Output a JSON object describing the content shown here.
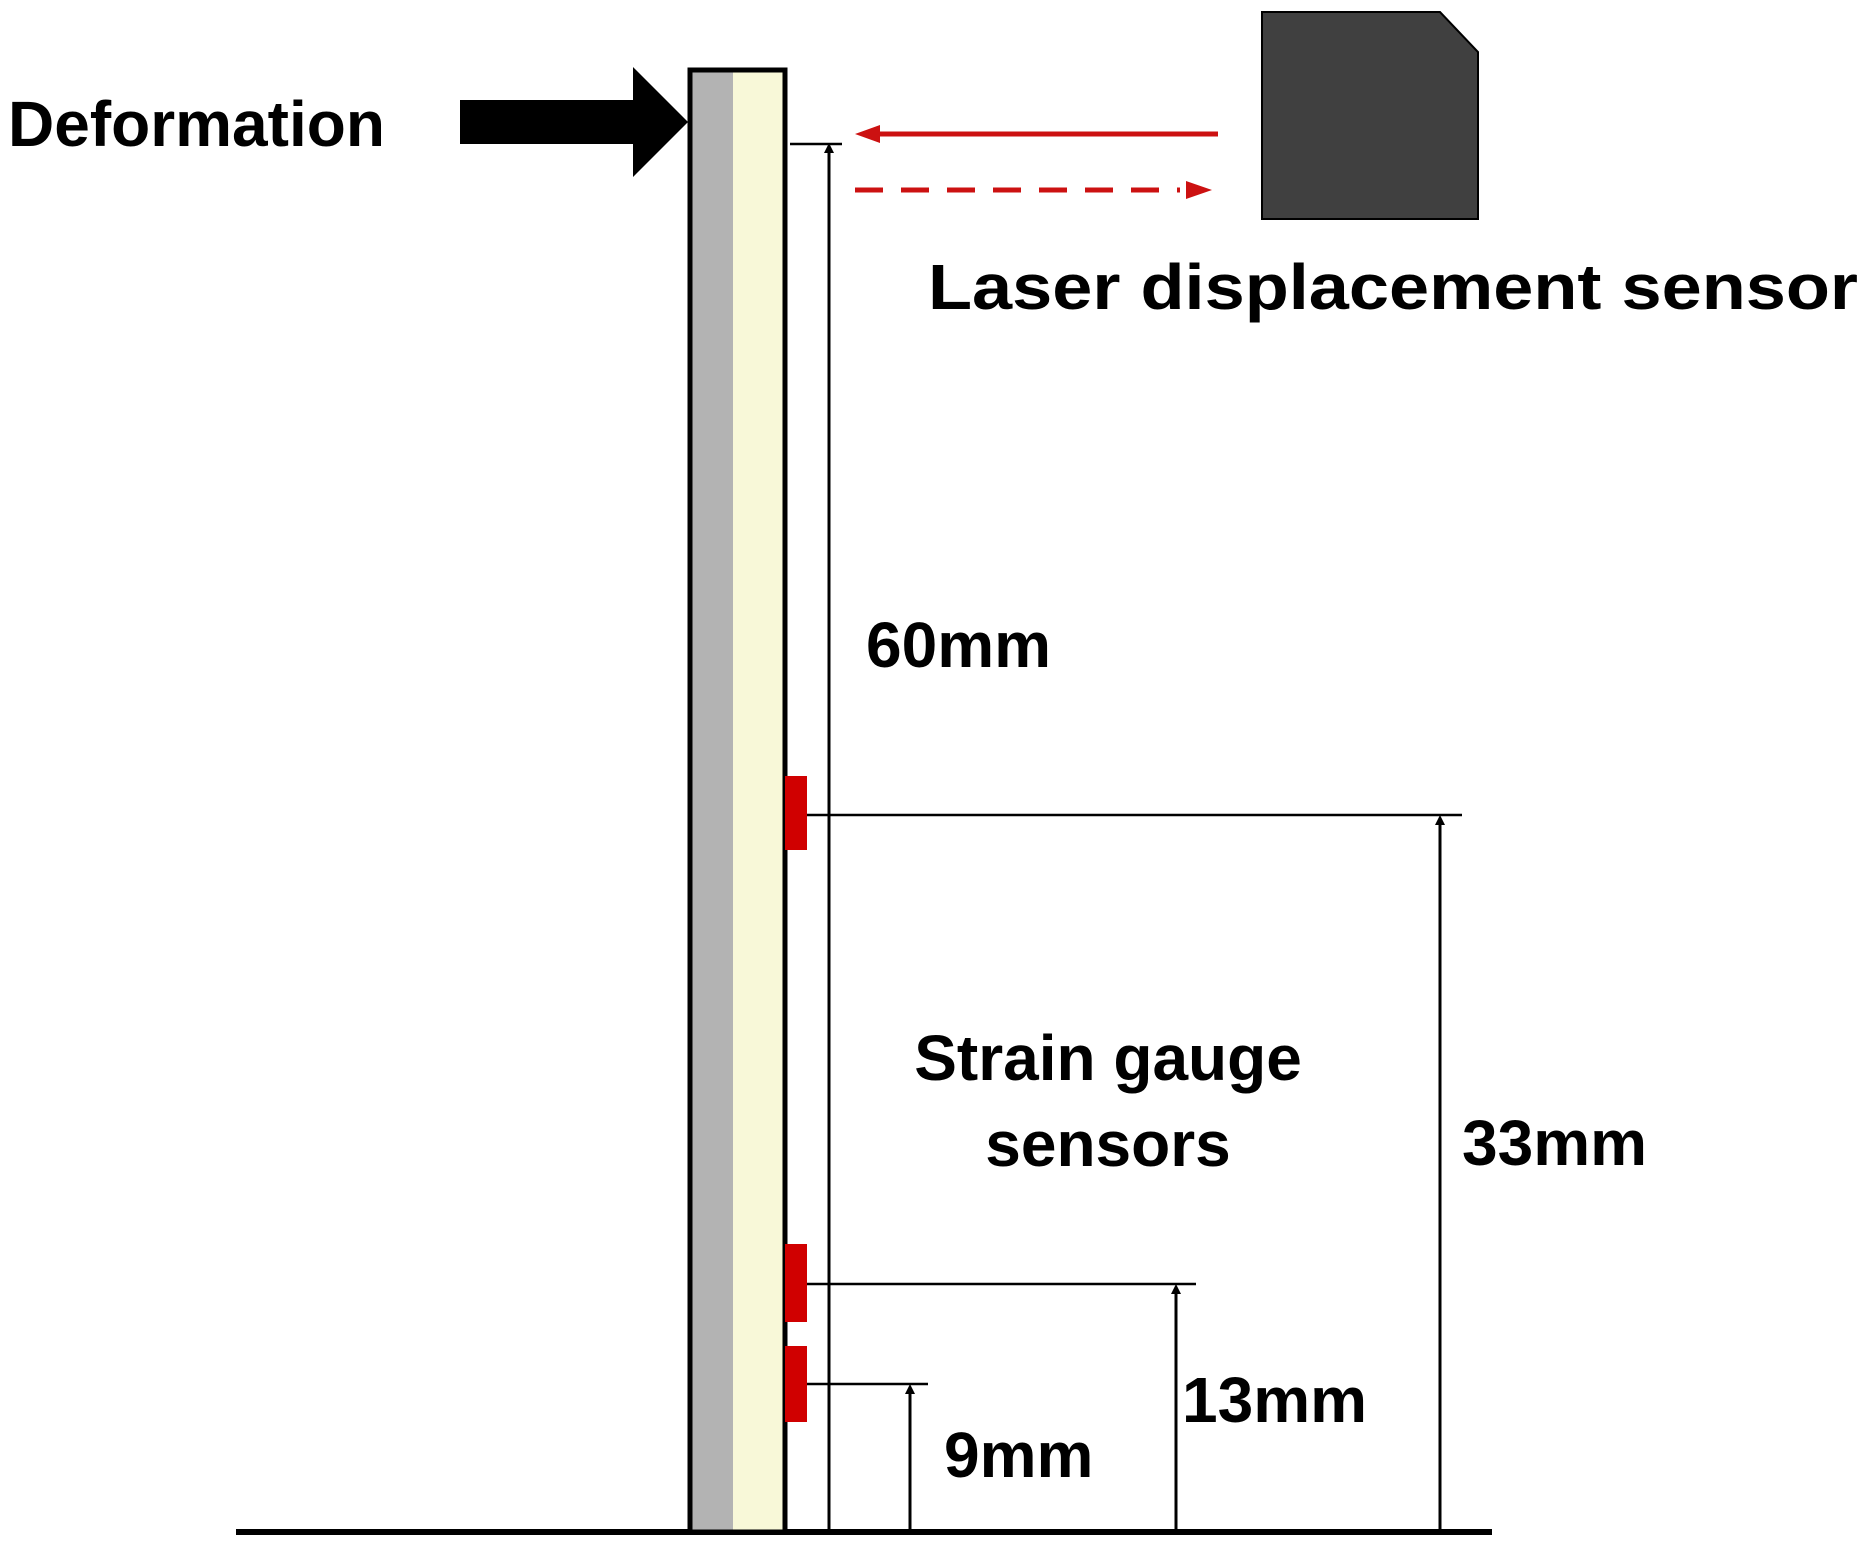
{
  "labels": {
    "deformation": "Deformation",
    "laser_sensor": "Laser displacement sensor",
    "strain_gauge_line1": "Strain gauge",
    "strain_gauge_line2": "sensors"
  },
  "dimensions": [
    {
      "value": 60,
      "label": "60mm"
    },
    {
      "value": 33,
      "label": "33mm"
    },
    {
      "value": 13,
      "label": "13mm"
    },
    {
      "value": 9,
      "label": "9mm"
    }
  ],
  "colors": {
    "beam_back": "#b3b3b3",
    "beam_front": "#f8f8d8",
    "gauge": "#d00000",
    "laser": "#cc1111",
    "sensor_body": "#404040",
    "line": "#000000"
  }
}
